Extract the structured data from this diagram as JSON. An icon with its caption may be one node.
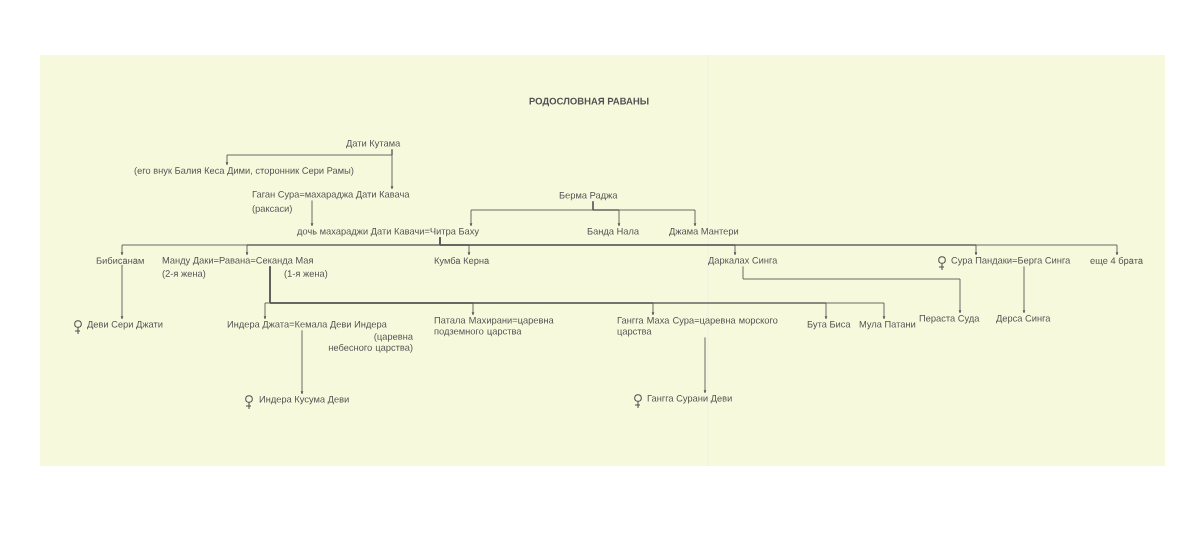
{
  "diagram": {
    "title": "РОДОСЛОВНАЯ РАВАНЫ",
    "nodes": [
      {
        "text": [
          "Дати Кутама"
        ]
      },
      {
        "text": [
          "(его внук Балия Кеса Дими, сторонник Сери Рамы)"
        ]
      },
      {
        "text": [
          "Гаган Сура=махараджа Дати Кавача",
          "(раксаси)"
        ]
      },
      {
        "text": [
          "Берма Раджа"
        ]
      },
      {
        "text": [
          "дочь махараджи Дати Кавачи=Читра Баху"
        ]
      },
      {
        "text": [
          "Банда Нала"
        ]
      },
      {
        "text": [
          "Джама Мантери"
        ]
      },
      {
        "text": [
          "Бибисанам"
        ]
      },
      {
        "text": [
          "Манду Даки=Равана=Секанда Мая",
          "(2-я жена)",
          "(1-я жена)"
        ]
      },
      {
        "text": [
          "Кумба Керна"
        ]
      },
      {
        "text": [
          "Даркалах Синга"
        ]
      },
      {
        "text": [
          "Сура Пандаки=Берга Синга"
        ]
      },
      {
        "text": [
          "еще 4 брата"
        ]
      },
      {
        "text": [
          "Деви Сери Джати"
        ]
      },
      {
        "text": [
          "Индера Джата=Кемала Деви Индера",
          "(царевна небесного царства)"
        ]
      },
      {
        "text": [
          "Патала Махирани=царевна подземного царства"
        ]
      },
      {
        "text": [
          "Гангга Маха Сура=царевна морского царства"
        ]
      },
      {
        "text": [
          "Бута Биса"
        ]
      },
      {
        "text": [
          "Мула Патани"
        ]
      },
      {
        "text": [
          "Пераста Суда"
        ]
      },
      {
        "text": [
          "Дерса Синга"
        ]
      },
      {
        "text": [
          "Индера Кусума Деви"
        ]
      },
      {
        "text": [
          "Гангга Сурани Деви"
        ]
      }
    ],
    "edges": [
      {
        "from": 0,
        "to": 1,
        "arrow": "to"
      },
      {
        "from": 0,
        "to": 2,
        "arrow": "to"
      },
      {
        "from": 2,
        "to": 4,
        "arrow": "to"
      },
      {
        "from": 3,
        "to": 4,
        "arrow": "to"
      },
      {
        "from": 3,
        "to": 5,
        "arrow": "to"
      },
      {
        "from": 3,
        "to": 6,
        "arrow": "to"
      },
      {
        "from": 4,
        "to": 7,
        "arrow": "to"
      },
      {
        "from": 4,
        "to": 8,
        "arrow": "to"
      },
      {
        "from": 4,
        "to": 9,
        "arrow": "to"
      },
      {
        "from": 4,
        "to": 10,
        "arrow": "to"
      },
      {
        "from": 4,
        "to": 11,
        "arrow": "to"
      },
      {
        "from": 4,
        "to": 12,
        "arrow": "to"
      },
      {
        "from": 7,
        "to": 13,
        "arrow": "to"
      },
      {
        "from": 8,
        "to": 14,
        "arrow": "to"
      },
      {
        "from": 8,
        "to": 15,
        "arrow": "to"
      },
      {
        "from": 8,
        "to": 16,
        "arrow": "to"
      },
      {
        "from": 8,
        "to": 17,
        "arrow": "to"
      },
      {
        "from": 8,
        "to": 18,
        "arrow": "to"
      },
      {
        "from": 10,
        "to": 19,
        "arrow": "to"
      },
      {
        "from": 11,
        "to": 20,
        "arrow": "to"
      },
      {
        "from": 14,
        "to": 21,
        "arrow": "to"
      },
      {
        "from": 16,
        "to": 22,
        "arrow": "to"
      }
    ]
  }
}
